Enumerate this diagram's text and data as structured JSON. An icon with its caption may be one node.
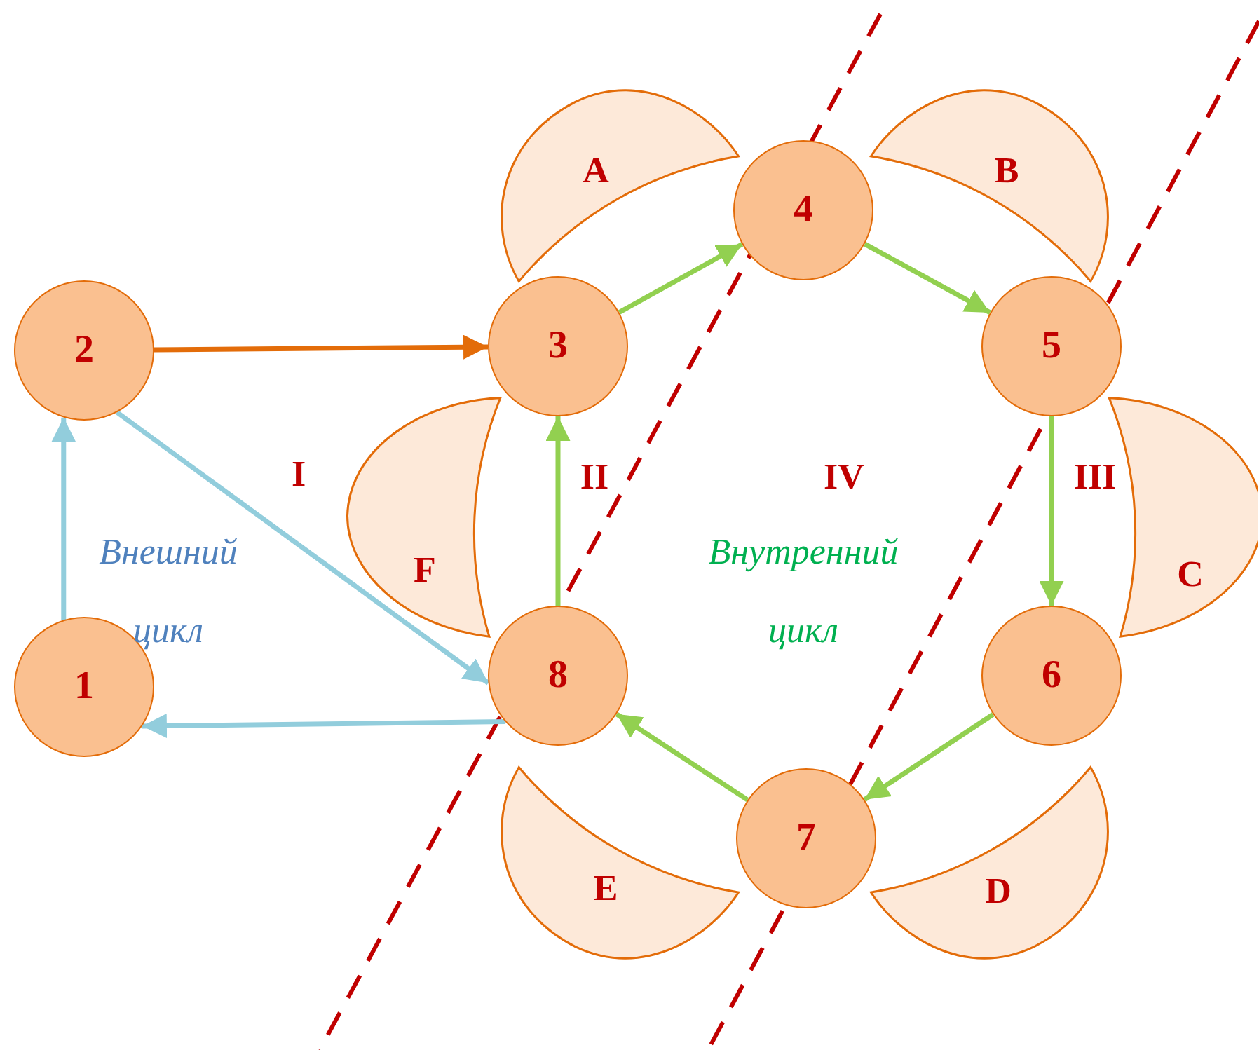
{
  "diagram": {
    "nodes": [
      {
        "text": [
          "1"
        ]
      },
      {
        "text": [
          "2"
        ]
      },
      {
        "text": [
          "3"
        ]
      },
      {
        "text": [
          "4"
        ]
      },
      {
        "text": [
          "5"
        ]
      },
      {
        "text": [
          "6"
        ]
      },
      {
        "text": [
          "7"
        ]
      },
      {
        "text": [
          "8"
        ]
      },
      {
        "text": [
          "A"
        ]
      },
      {
        "text": [
          "B"
        ]
      },
      {
        "text": [
          "C"
        ]
      },
      {
        "text": [
          "D"
        ]
      },
      {
        "text": [
          "E"
        ]
      },
      {
        "text": [
          "F"
        ]
      }
    ],
    "edges": [
      {
        "from": 0,
        "to": 1,
        "arrow": "to",
        "color": "#92cddc"
      },
      {
        "from": 1,
        "to": 2,
        "arrow": "to",
        "color": "#e36c09"
      },
      {
        "from": 1,
        "to": 7,
        "arrow": "to",
        "color": "#92cddc"
      },
      {
        "from": 7,
        "to": 0,
        "arrow": "to",
        "color": "#92cddc"
      },
      {
        "from": 2,
        "to": 3,
        "arrow": "to"
      },
      {
        "from": 3,
        "to": 4,
        "arrow": "to"
      },
      {
        "from": 4,
        "to": 5,
        "arrow": "to"
      },
      {
        "from": 5,
        "to": 6,
        "arrow": "to"
      },
      {
        "from": 6,
        "to": 7,
        "arrow": "to"
      },
      {
        "from": 7,
        "to": 2,
        "arrow": "to"
      }
    ],
    "labels": [
      "I",
      "II",
      "IV",
      "III",
      "Внешний цикл",
      "Внутренний цикл"
    ]
  }
}
